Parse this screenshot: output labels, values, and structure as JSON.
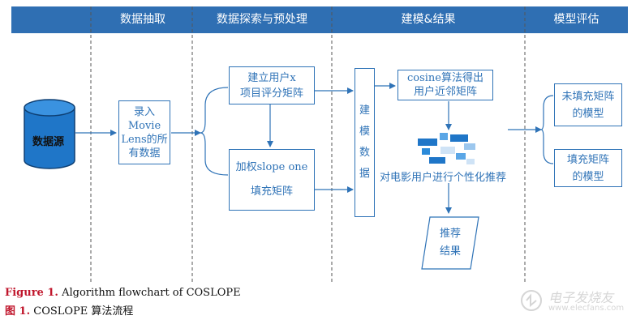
{
  "stages": [
    "数据抽取",
    "数据探索与预处理",
    "建模&结果",
    "模型评估"
  ],
  "nodes": {
    "source": "数据源",
    "load": [
      "录入",
      "Movie",
      "Lens的所",
      "有数据"
    ],
    "matrix": [
      "建立用户x",
      "项目评分矩阵"
    ],
    "slope": [
      "加权slope one",
      "填充矩阵"
    ],
    "modeling": [
      "建",
      "模",
      "数",
      "据"
    ],
    "cosine": [
      "cosine算法得出",
      "用户近邻矩阵"
    ],
    "recommend": "对电影用户进行个性化推荐",
    "result": [
      "推荐",
      "结果"
    ],
    "unfilled": [
      "未填充矩阵",
      "的模型"
    ],
    "filled": [
      "填充矩阵",
      "的模型"
    ]
  },
  "caption": {
    "en_label": "Figure 1.",
    "en_text": "Algorithm flowchart of COSLOPE",
    "zh_label": "图 1.",
    "zh_text": "COSLOPE 算法流程"
  },
  "watermark": {
    "name": "电子发烧友",
    "url": "www.elecfans.com"
  },
  "colors": {
    "band": "#2f6fb3",
    "line": "#2f73b7",
    "db_fill": "#1f76c8",
    "caption_label": "#c0162c"
  }
}
